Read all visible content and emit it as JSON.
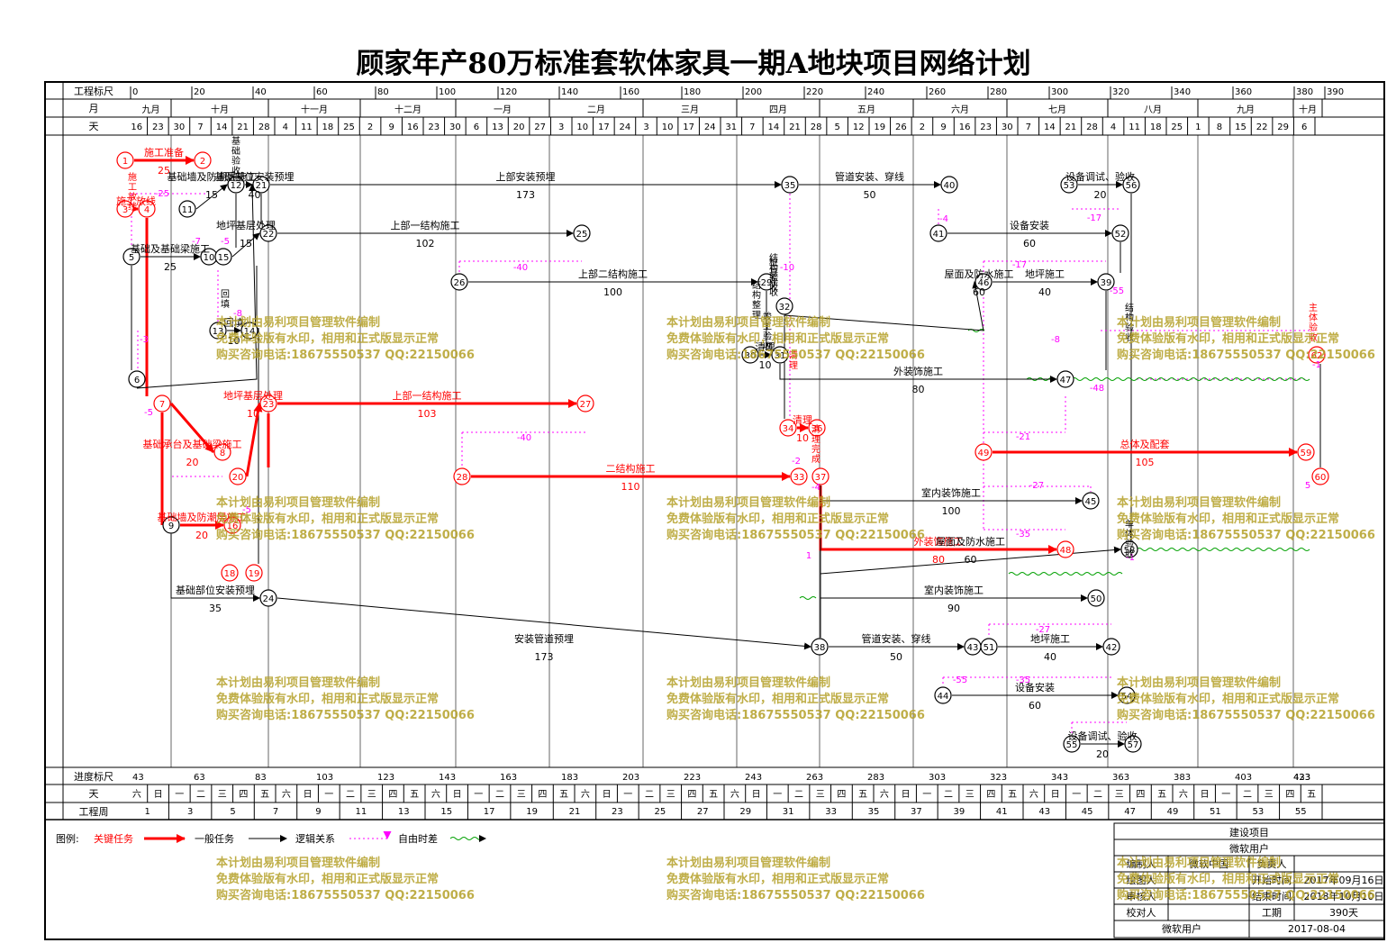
{
  "title": "顾家年产80万标准套软体家具一期A地块项目网络计划",
  "header": {
    "row_labels": [
      "工程标尺",
      "月",
      "天"
    ],
    "scale": [
      "0",
      "20",
      "40",
      "60",
      "80",
      "100",
      "120",
      "140",
      "160",
      "180",
      "200",
      "220",
      "240",
      "260",
      "280",
      "300",
      "320",
      "340",
      "360",
      "380",
      "390"
    ],
    "months": [
      "九月",
      "十月",
      "十一月",
      "十二月",
      "一月",
      "二月",
      "三月",
      "四月",
      "五月",
      "六月",
      "七月",
      "八月",
      "九月",
      "十月"
    ],
    "days": [
      "16",
      "23",
      "30",
      "7",
      "14",
      "21",
      "28",
      "4",
      "11",
      "18",
      "25",
      "2",
      "9",
      "16",
      "23",
      "30",
      "6",
      "13",
      "20",
      "27",
      "3",
      "10",
      "17",
      "24",
      "3",
      "10",
      "17",
      "24",
      "31",
      "7",
      "14",
      "21",
      "28",
      "5",
      "12",
      "19",
      "26",
      "2",
      "9",
      "16",
      "23",
      "30",
      "7",
      "14",
      "21",
      "28",
      "4",
      "11",
      "18",
      "25",
      "1",
      "8",
      "15",
      "22",
      "29",
      "6"
    ]
  },
  "footer": {
    "row_labels": [
      "进度标尺",
      "天",
      "工程周"
    ],
    "scale": [
      "43",
      "63",
      "83",
      "103",
      "123",
      "143",
      "163",
      "183",
      "203",
      "223",
      "243",
      "263",
      "283",
      "303",
      "323",
      "343",
      "363",
      "383",
      "403",
      "423",
      "433"
    ],
    "weekdays": [
      "六",
      "日",
      "一",
      "二",
      "三",
      "四",
      "五",
      "六",
      "日",
      "一",
      "二",
      "三",
      "四",
      "五",
      "六",
      "日",
      "一",
      "二",
      "三",
      "四",
      "五",
      "六",
      "日",
      "一",
      "二",
      "三",
      "四",
      "五",
      "六",
      "日",
      "一",
      "二",
      "三",
      "四",
      "五",
      "六",
      "日",
      "一",
      "二",
      "三",
      "四",
      "五",
      "六",
      "日",
      "一",
      "二",
      "三",
      "四",
      "五",
      "六",
      "日",
      "一",
      "二",
      "三",
      "四",
      "五"
    ],
    "weeks": [
      "1",
      "3",
      "5",
      "7",
      "9",
      "11",
      "13",
      "15",
      "17",
      "19",
      "21",
      "23",
      "25",
      "27",
      "29",
      "31",
      "33",
      "35",
      "37",
      "39",
      "41",
      "43",
      "45",
      "47",
      "49",
      "51",
      "53",
      "55"
    ]
  },
  "legend": {
    "label": "图例:",
    "critical": "关键任务",
    "general": "一般任务",
    "logic": "逻辑关系",
    "free_float": "自由时差"
  },
  "info_table": {
    "project_label": "建设项目",
    "company": "微软用户",
    "rows": [
      {
        "k1": "编制人",
        "v1": "微软中国",
        "k2": "负责人",
        "v2": ""
      },
      {
        "k1": "绘图人",
        "v1": "",
        "k2": "开始时间",
        "v2": "2017年09月16日"
      },
      {
        "k1": "审核人",
        "v1": "",
        "k2": "结束时间",
        "v2": "2018年10月10日"
      },
      {
        "k1": "校对人",
        "v1": "",
        "k2": "工期",
        "v2": "390天"
      }
    ],
    "footer_left": "微软用户",
    "footer_right": "2017-08-04"
  },
  "watermark": {
    "line1": "本计划由易利项目管理软件编制",
    "line2": "免费体验版有水印，相用和正式版显示正常",
    "line3": "购买咨询电话:18675550537 QQ:22150066"
  },
  "colors": {
    "critical": "#ff0000",
    "float": "#ff00ff",
    "wave": "#00a000",
    "normal": "#000000"
  },
  "nodes": [
    {
      "id": "1",
      "type": "critical"
    },
    {
      "id": "2",
      "type": "critical"
    },
    {
      "id": "3",
      "type": "critical"
    },
    {
      "id": "4",
      "type": "critical"
    },
    {
      "id": "5",
      "type": "normal"
    },
    {
      "id": "6",
      "type": "normal"
    },
    {
      "id": "7",
      "type": "critical"
    },
    {
      "id": "8",
      "type": "critical"
    },
    {
      "id": "9",
      "type": "normal"
    },
    {
      "id": "10",
      "type": "normal"
    },
    {
      "id": "11",
      "type": "normal"
    },
    {
      "id": "12",
      "type": "normal"
    },
    {
      "id": "13",
      "type": "normal"
    },
    {
      "id": "14",
      "type": "normal"
    },
    {
      "id": "15",
      "type": "normal"
    },
    {
      "id": "16",
      "type": "critical"
    },
    {
      "id": "18",
      "type": "critical"
    },
    {
      "id": "19",
      "type": "critical"
    },
    {
      "id": "20",
      "type": "critical"
    },
    {
      "id": "21",
      "type": "normal"
    },
    {
      "id": "22",
      "type": "normal"
    },
    {
      "id": "23",
      "type": "critical"
    },
    {
      "id": "24",
      "type": "normal"
    },
    {
      "id": "25",
      "type": "normal"
    },
    {
      "id": "26",
      "type": "normal"
    },
    {
      "id": "27",
      "type": "critical"
    },
    {
      "id": "28",
      "type": "critical"
    },
    {
      "id": "29",
      "type": "normal"
    },
    {
      "id": "30",
      "type": "normal"
    },
    {
      "id": "31",
      "type": "normal"
    },
    {
      "id": "32",
      "type": "normal"
    },
    {
      "id": "33",
      "type": "critical"
    },
    {
      "id": "34",
      "type": "critical"
    },
    {
      "id": "35",
      "type": "normal"
    },
    {
      "id": "36",
      "type": "critical"
    },
    {
      "id": "37",
      "type": "critical"
    },
    {
      "id": "38",
      "type": "normal"
    },
    {
      "id": "39",
      "type": "normal"
    },
    {
      "id": "40",
      "type": "normal"
    },
    {
      "id": "41",
      "type": "normal"
    },
    {
      "id": "42",
      "type": "normal"
    },
    {
      "id": "43",
      "type": "normal"
    },
    {
      "id": "44",
      "type": "normal"
    },
    {
      "id": "45",
      "type": "normal"
    },
    {
      "id": "46",
      "type": "normal"
    },
    {
      "id": "47",
      "type": "normal"
    },
    {
      "id": "48",
      "type": "critical"
    },
    {
      "id": "49",
      "type": "critical"
    },
    {
      "id": "50",
      "type": "normal"
    },
    {
      "id": "51",
      "type": "normal"
    },
    {
      "id": "52",
      "type": "normal"
    },
    {
      "id": "53",
      "type": "normal"
    },
    {
      "id": "54",
      "type": "normal"
    },
    {
      "id": "55",
      "type": "normal"
    },
    {
      "id": "56",
      "type": "normal"
    },
    {
      "id": "57",
      "type": "normal"
    },
    {
      "id": "58",
      "type": "normal"
    },
    {
      "id": "59",
      "type": "critical"
    },
    {
      "id": "60",
      "type": "critical"
    },
    {
      "id": "62",
      "type": "critical"
    }
  ],
  "tasks": [
    {
      "from": "1",
      "to": "2",
      "name": "施工准备",
      "duration": "25",
      "type": "critical"
    },
    {
      "from": "12",
      "to": "21",
      "name": "",
      "duration": "",
      "type": "normal"
    },
    {
      "from": "21",
      "to": "35",
      "name": "上部安装预埋",
      "duration": "173",
      "type": "normal"
    },
    {
      "from": "35",
      "to": "40",
      "name": "管道安装、穿线",
      "duration": "50",
      "type": "normal"
    },
    {
      "from": "53",
      "to": "56",
      "name": "设备调试、验收",
      "duration": "20",
      "type": "normal"
    },
    {
      "from": "11",
      "to": "12",
      "name": "基础墙及防潮层施工",
      "duration": "15",
      "type": "normal"
    },
    {
      "from": "22",
      "to": "25",
      "name": "上部一结构施工",
      "duration": "102",
      "type": "normal"
    },
    {
      "from": "41",
      "to": "52",
      "name": "设备安装",
      "duration": "60",
      "type": "normal"
    },
    {
      "from": "5",
      "to": "10",
      "name": "基础及基础梁施工",
      "duration": "25",
      "type": "normal"
    },
    {
      "from": "15",
      "to": "22",
      "name": "地坪基层处理",
      "duration": "15",
      "type": "normal"
    },
    {
      "from": "26",
      "to": "29",
      "name": "上部二结构施工",
      "duration": "100",
      "type": "normal"
    },
    {
      "from": "46",
      "to": "39",
      "name": "地坪施工",
      "duration": "40",
      "type": "normal"
    },
    {
      "from": "32",
      "to": "46",
      "name": "屋面及防水施工",
      "duration": "60",
      "type": "normal"
    },
    {
      "from": "31",
      "to": "47",
      "name": "外装饰施工",
      "duration": "80",
      "type": "normal"
    },
    {
      "from": "6",
      "to": "21",
      "name": "基础部位安装预埋",
      "duration": "40",
      "type": "normal"
    },
    {
      "from": "23",
      "to": "27",
      "name": "上部一结构施工",
      "duration": "103",
      "type": "critical"
    },
    {
      "from": "7",
      "to": "8",
      "name": "基础承台及基础梁施工",
      "duration": "20",
      "type": "critical"
    },
    {
      "from": "49",
      "to": "59",
      "name": "总体及配套",
      "duration": "105",
      "type": "critical"
    },
    {
      "from": "28",
      "to": "33",
      "name": "二结构施工",
      "duration": "110",
      "type": "critical"
    },
    {
      "from": "37",
      "to": "45",
      "name": "室内装饰施工",
      "duration": "100",
      "type": "normal"
    },
    {
      "from": "9",
      "to": "16",
      "name": "基础墙及防潮层施工",
      "duration": "20",
      "type": "critical"
    },
    {
      "from": "37",
      "to": "48",
      "name": "外装饰施工",
      "duration": "80",
      "type": "critical"
    },
    {
      "from": "37",
      "to": "58",
      "name": "屋面及防水施工",
      "duration": "60",
      "type": "normal"
    },
    {
      "from": "9",
      "to": "24",
      "name": "基础部位安装预埋",
      "duration": "35",
      "type": "normal"
    },
    {
      "from": "24",
      "to": "38",
      "name": "安装管道预埋",
      "duration": "173",
      "type": "normal"
    },
    {
      "from": "37",
      "to": "50",
      "name": "室内装饰施工",
      "duration": "90",
      "type": "normal"
    },
    {
      "from": "38",
      "to": "43",
      "name": "管道安装、穿线",
      "duration": "50",
      "type": "normal"
    },
    {
      "from": "51",
      "to": "42",
      "name": "地坪施工",
      "duration": "40",
      "type": "normal"
    },
    {
      "from": "44",
      "to": "54",
      "name": "设备安装",
      "duration": "60",
      "type": "normal"
    },
    {
      "from": "55",
      "to": "57",
      "name": "设备调试、验收",
      "duration": "20",
      "type": "normal"
    },
    {
      "from": "20",
      "to": "23",
      "name": "地坪基层处理",
      "duration": "10",
      "type": "critical"
    },
    {
      "from": "3",
      "to": "4",
      "name": "施工放线",
      "duration": "",
      "type": "critical"
    },
    {
      "from": "13",
      "to": "14",
      "name": "回填",
      "duration": "10",
      "type": "normal"
    },
    {
      "from": "30",
      "to": "31",
      "name": "清理",
      "duration": "10",
      "type": "normal"
    },
    {
      "from": "34",
      "to": "36",
      "name": "清理",
      "duration": "10",
      "type": "critical"
    }
  ],
  "vertical_labels": [
    "施工放线",
    "基础验收",
    "桩基验收",
    "结构验收",
    "主体验收",
    "竣工验收",
    "清理",
    "单体验收",
    "回填",
    "结构整理",
    "清理完成",
    "结构验收"
  ],
  "floats": [
    "-25",
    "-7",
    "-5",
    "-8",
    "-3",
    "-40",
    "-40",
    "-17",
    "-4",
    "-17",
    "-55",
    "-8",
    "-48",
    "-21",
    "-27",
    "-35",
    "-27",
    "-35",
    "-55",
    "-10",
    "-2",
    "-4",
    "-1",
    "-5",
    "5",
    "1",
    "-5",
    "-1"
  ]
}
